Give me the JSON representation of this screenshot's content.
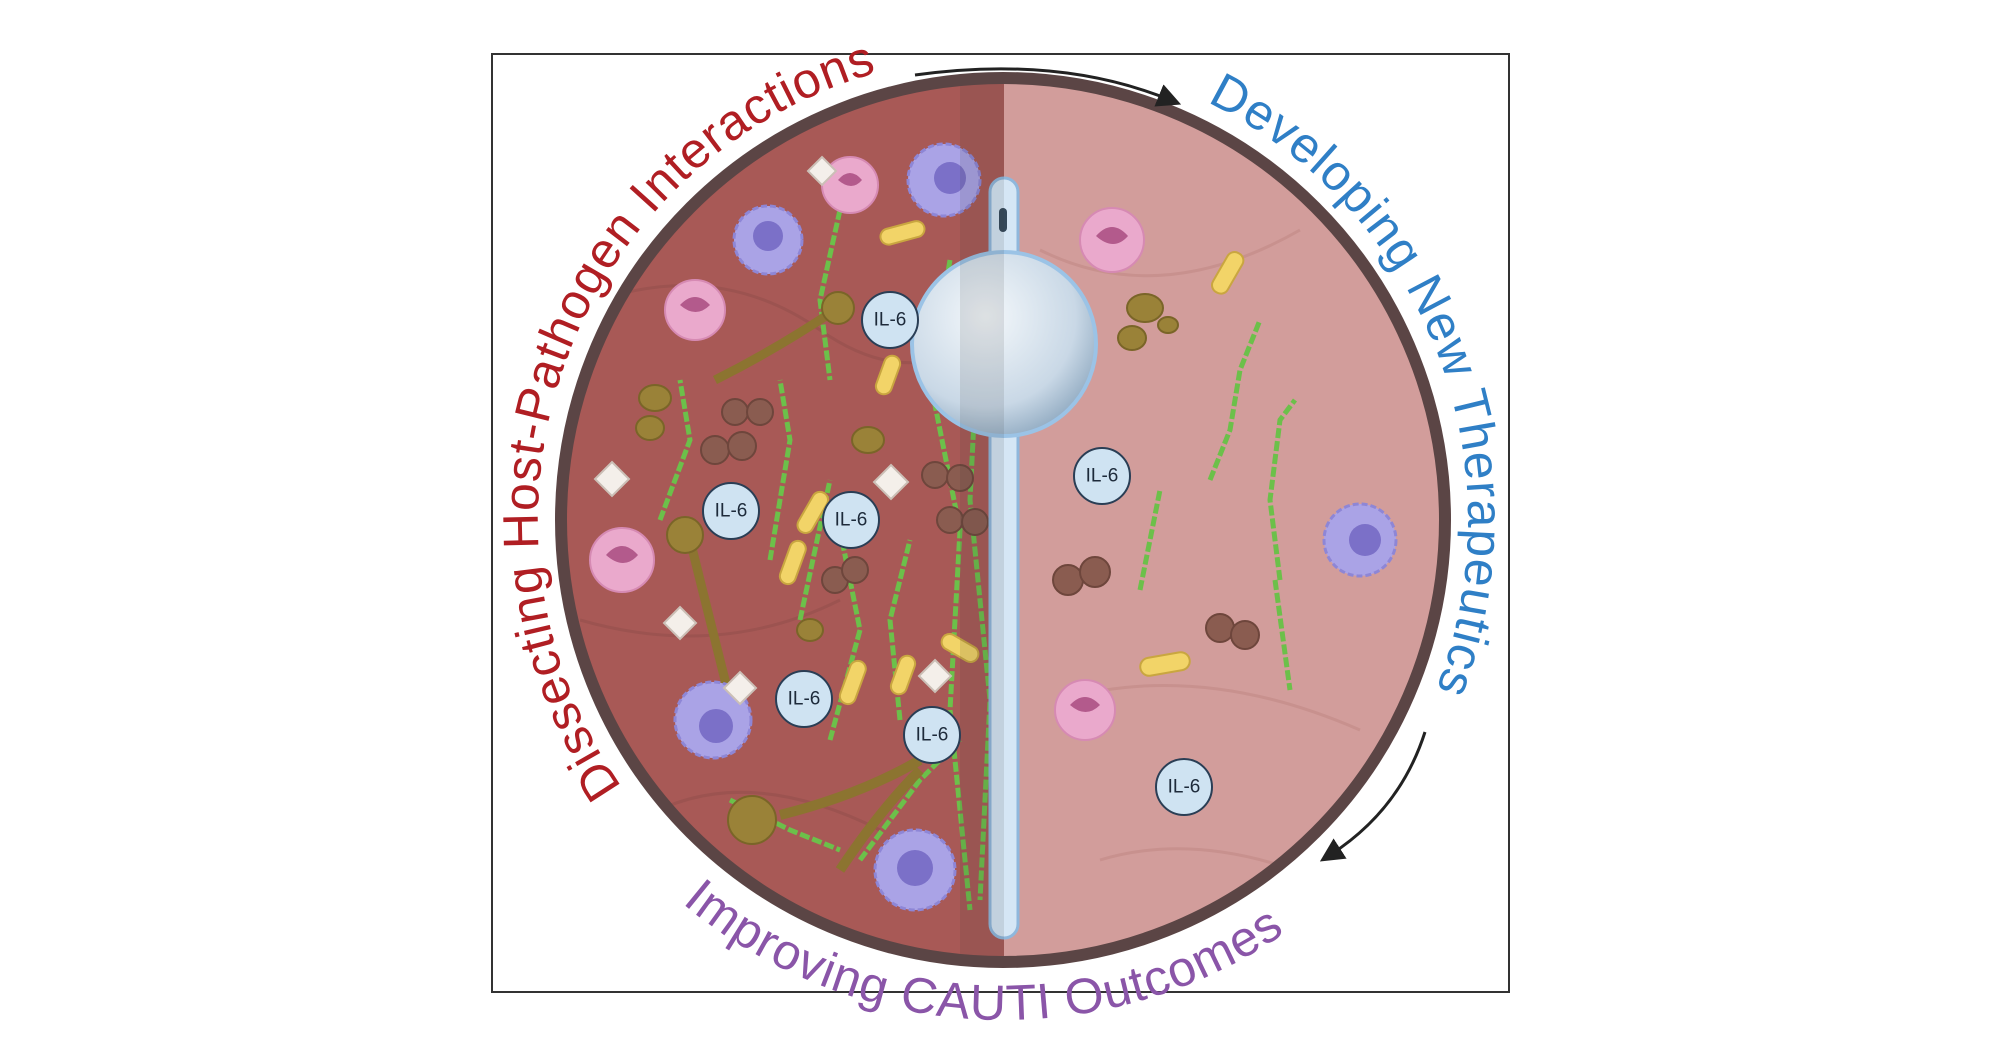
{
  "figure": {
    "title_left": "Dissecting Host-Pathogen Interactions",
    "title_right": "Developing New Therapeutics",
    "title_bottom": "Improving CAUTI Outcomes",
    "il6_label": "IL-6",
    "colors": {
      "left_title": "#b01e23",
      "right_title": "#2f7fc6",
      "bottom_title": "#8a55a8",
      "left_tissue": "#a85956",
      "right_tissue": "#d29d9b",
      "ring": "#5b4545",
      "filament": "#6cc04a"
    }
  }
}
